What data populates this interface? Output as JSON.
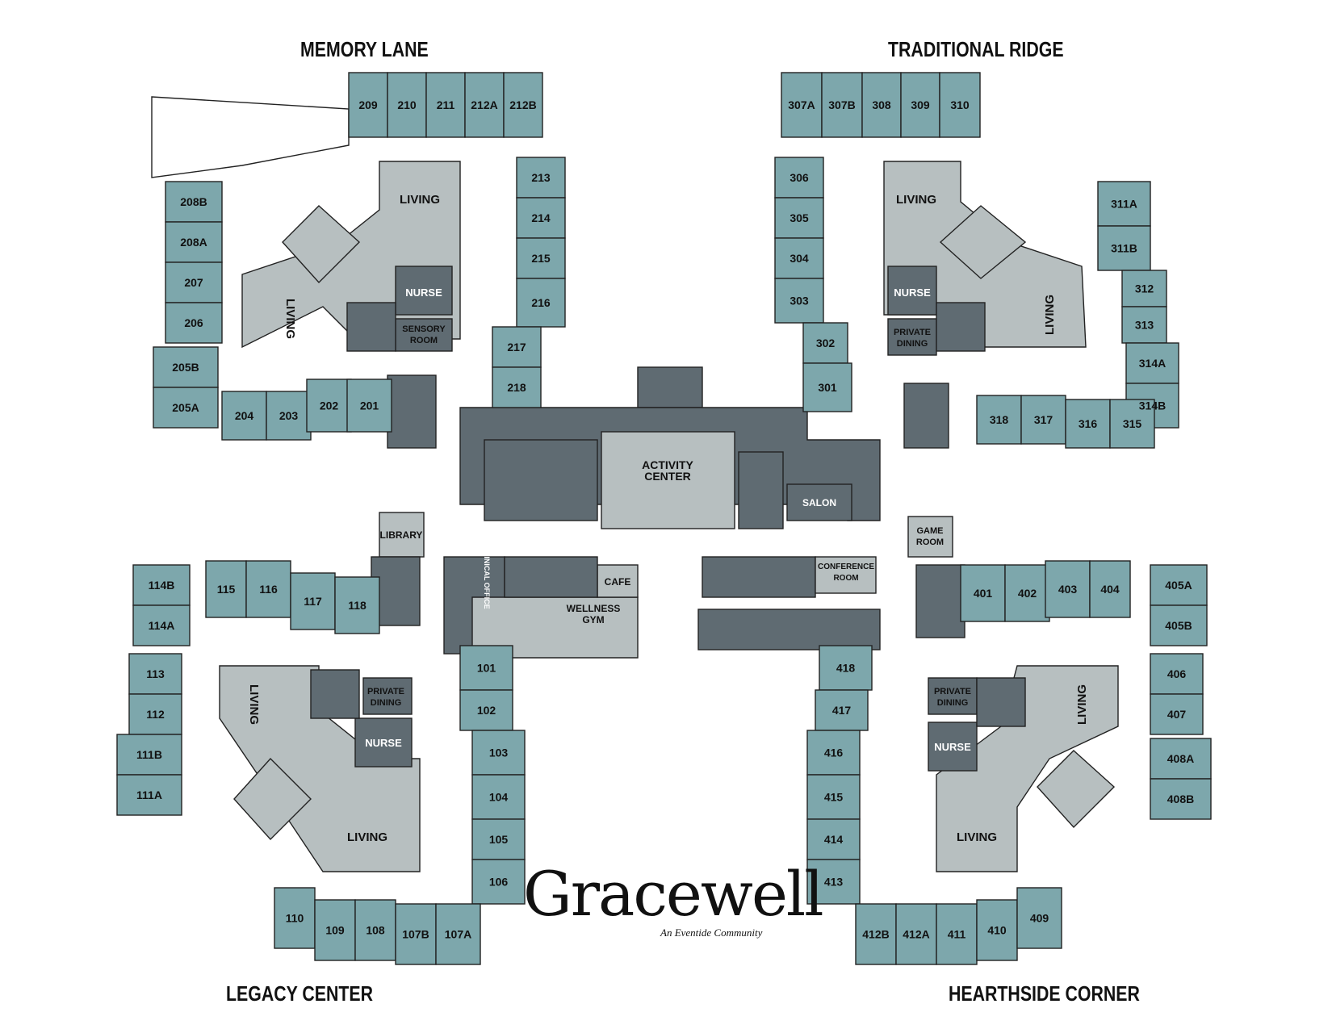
{
  "wings": {
    "memory_lane": "MEMORY LANE",
    "traditional_ridge": "TRADITIONAL RIDGE",
    "legacy_center": "LEGACY CENTER",
    "hearthside_corner": "HEARTHSIDE CORNER"
  },
  "logo": {
    "name": "Gracewell",
    "tagline": "An Eventide Community"
  },
  "colors": {
    "resident_room": "#7da7ac",
    "support_dark": "#5f6b72",
    "common_light": "#b7bfc0",
    "background": "#ffffff",
    "outline": "#222222"
  },
  "rooms": {
    "memory_lane": [
      "209",
      "210",
      "211",
      "212A",
      "212B",
      "213",
      "214",
      "215",
      "216",
      "217",
      "218",
      "208B",
      "208A",
      "207",
      "206",
      "205B",
      "205A",
      "204",
      "203",
      "202",
      "201"
    ],
    "traditional_ridge": [
      "307A",
      "307B",
      "308",
      "309",
      "310",
      "306",
      "305",
      "304",
      "303",
      "302",
      "301",
      "311A",
      "311B",
      "312",
      "313",
      "314A",
      "314B",
      "318",
      "317",
      "316",
      "315"
    ],
    "legacy_center": [
      "114B",
      "114A",
      "115",
      "116",
      "117",
      "118",
      "113",
      "112",
      "111B",
      "111A",
      "101",
      "102",
      "103",
      "104",
      "105",
      "106",
      "110",
      "109",
      "108",
      "107B",
      "107A"
    ],
    "hearthside_corner": [
      "401",
      "402",
      "403",
      "404",
      "405A",
      "405B",
      "406",
      "407",
      "408A",
      "408B",
      "418",
      "417",
      "416",
      "415",
      "414",
      "413",
      "412B",
      "412A",
      "411",
      "410",
      "409"
    ]
  },
  "spaces": {
    "living": "LIVING",
    "nurse": "NURSE",
    "sensory_room": "SENSORY ROOM",
    "private_dining": "PRIVATE DINING",
    "activity_center": "ACTIVITY CENTER",
    "salon": "SALON",
    "library": "LIBRARY",
    "game_room": "GAME ROOM",
    "clinical_office": "CLINICAL OFFICE",
    "cafe": "CAFE",
    "wellness_gym": "WELLNESS GYM",
    "conference_room": "CONFERENCE ROOM"
  }
}
